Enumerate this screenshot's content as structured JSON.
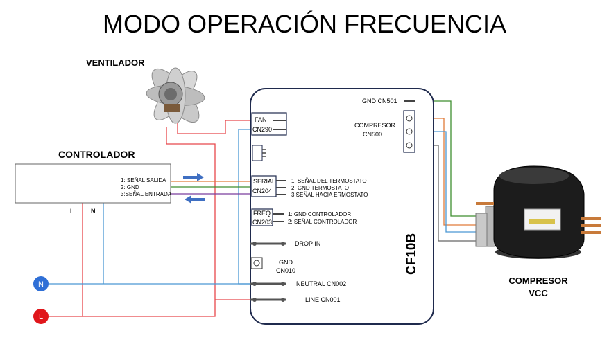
{
  "title": "MODO OPERACIÓN FRECUENCIA",
  "ventilador": {
    "label": "VENTILADOR"
  },
  "controlador": {
    "label": "CONTROLADOR",
    "pins": [
      "1: SEÑAL SALIDA",
      "2: GND",
      "3:SEÑAL ENTRADA"
    ],
    "l_label": "L",
    "n_label": "N"
  },
  "supply": {
    "n_symbol": "N",
    "l_symbol": "L"
  },
  "board": {
    "model": "CF10B",
    "fan": {
      "name": "FAN",
      "code": "CN290"
    },
    "serial": {
      "name": "SERIAL",
      "code": "CN204",
      "pins": [
        "1: SEÑAL DEL  TERMOSTATO",
        "2: GND TERMOSTATO",
        "3:SEÑAL HACIA ERMOSTATO"
      ]
    },
    "freq": {
      "name": "FREQ",
      "code": "CN203",
      "pins": [
        "1: GND CONTROLADOR",
        "2: SEÑAL CONTROLADOR"
      ]
    },
    "drop_in": "DROP IN",
    "gnd": {
      "name": "GND",
      "code": "CN010"
    },
    "neutral": "NEUTRAL CN002",
    "line": "LINE CN001",
    "gnd_cn501": "GND CN501",
    "compresor_conn": {
      "name": "COMPRESOR",
      "code": "CN500"
    }
  },
  "compresor": {
    "label_line1": "COMPRESOR",
    "label_line2": "VCC"
  },
  "colors": {
    "red": "#e8474c",
    "blue": "#4a97d4",
    "green": "#3e8e2f",
    "orange": "#e07b39",
    "purple": "#7a3f9d",
    "gray": "#666666",
    "board_border": "#1f2a4d",
    "n_circle": "#2f6fd6",
    "l_circle": "#e0161b",
    "arrow": "#3f6fc2"
  }
}
